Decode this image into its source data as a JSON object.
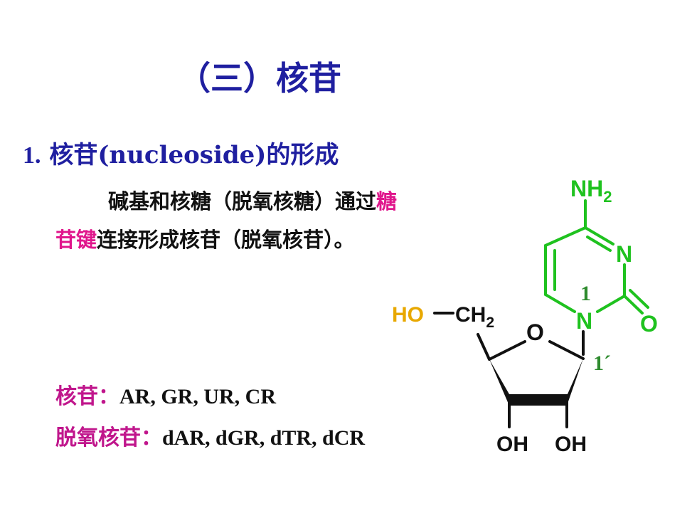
{
  "slide": {
    "title": "（三）核苷",
    "heading_number": "1.",
    "heading_text": "核苷(nucleoside)的形成",
    "paragraph": {
      "line1_part1": "碱基和核糖（脱氧核糖）通过",
      "line1_highlight": "糖",
      "line2_highlight": "苷键",
      "line2_part2": "连接形成核苷（脱氧核苷）。"
    },
    "ribonucleosides": {
      "label": "核苷：",
      "value": "AR, GR, UR, CR"
    },
    "deoxynucleosides": {
      "label": "脱氧核苷：",
      "value": "dAR, dGR, dTR, dCR"
    }
  },
  "structure": {
    "nh2_label": "NH",
    "nh2_sub": "2",
    "n3_label": "N",
    "n1_label": "N",
    "o2_label": "O",
    "ring_o_label": "O",
    "ho_label": "HO",
    "ch2_label": "CH",
    "ch2_sub": "2",
    "oh2_label": "OH",
    "oh3_label": "OH",
    "pos1_label": "1",
    "pos1prime_label": "1´",
    "colors": {
      "base": "#1fc21f",
      "sugar": "#111111",
      "ho": "#e8a800",
      "position": "#2e8b2e"
    }
  }
}
